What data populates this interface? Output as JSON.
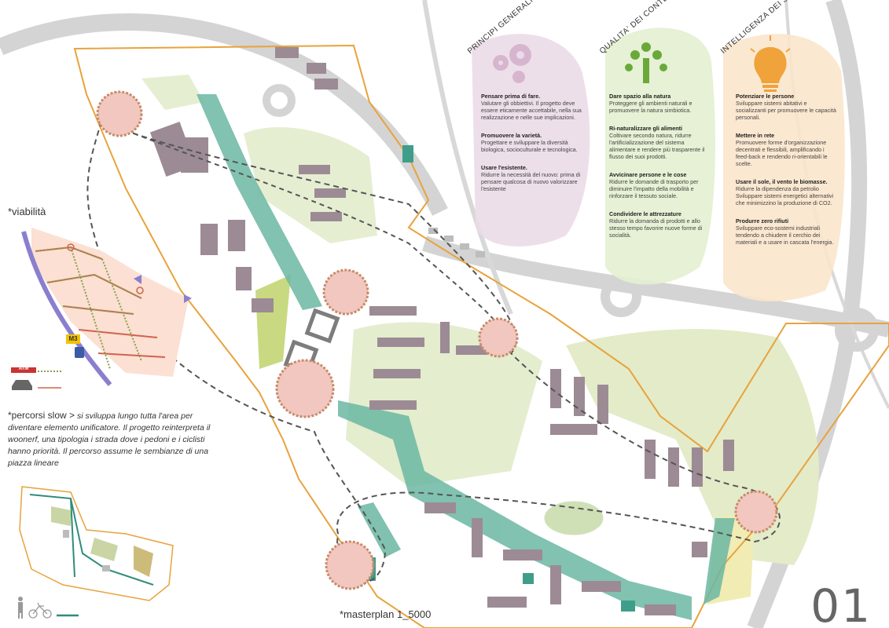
{
  "columns": [
    {
      "heading": "PRINCIPI GENERALI",
      "icon": "gears-icon",
      "color": "#ead9e6",
      "items": [
        {
          "title": "Pensare prima di fare.",
          "text": "Valutare gli obbiettivi. Il progetto deve essere eticamente accettabile, nella sua realizzazione e nelle sue implicazioni."
        },
        {
          "title": "Promuovere la varietà.",
          "text": "Progettare e sviluppare la diversità biologica, socioculturale e tecnologica."
        },
        {
          "title": "Usare l'esistente.",
          "text": "Ridurre la necessità del nuovo: prima di pensare qualcosa di nuovo valorizzare l'esistente"
        }
      ]
    },
    {
      "heading": "QUALITA' DEI CONTESTI",
      "icon": "tree-people-icon",
      "color": "#e4efd2",
      "items": [
        {
          "title": "Dare spazio alla natura",
          "text": "Proteggere gli ambienti naturali e promuovere la natura simbiotica."
        },
        {
          "title": "Ri-naturalizzare gli alimenti",
          "text": "Coltivare secondo natura, ridurre l'artificializzazione del sistema alimentare e rendere più trasparente il flusso dei suoi prodotti."
        },
        {
          "title": "Avvicinare persone e le cose",
          "text": "Ridurre le domande di trasporto per diminuire l'impatto della mobilità e rinforzare il tessuto sociale."
        },
        {
          "title": "Condividere le attrezzature",
          "text": "Ridurre la domanda di prodotti e allo stesso tempo favorire nuove forme di socialità."
        }
      ]
    },
    {
      "heading": "INTELLIGENZA DEI SISTEMI",
      "icon": "lightbulb-icon",
      "color": "#fbe6cf",
      "items": [
        {
          "title": "Potenziare le persone",
          "text": "Sviluppare sistemi abitativi e socializzanti per promuovere le capacità personali."
        },
        {
          "title": "Mettere in rete",
          "text": "Promuovere forme d'organizzazione decentrati e flessibili, amplificando i feed-back e rendendo ri-orientabili le scelte."
        },
        {
          "title": "Usare il sole, il vento le biomasse.",
          "text": "Ridurre la dipendenza da petrolio Sviluppare sistemi energetici alternativi che minimizzino la produzione di CO2."
        },
        {
          "title": "Produrre zero rifiuti",
          "text": "Sviluppare eco-sostemi industriali tendendo a chiudere il cerchio dei materiali e a usare in cascata l'energia."
        }
      ]
    }
  ],
  "legend": {
    "viability_label": "*viabilità",
    "metro_badge": "M3",
    "atm_label": "ATM"
  },
  "description": {
    "lead": "*percorsi slow >",
    "text": "si sviluppa lungo tutta l'area per diventare elemento unificatore. Il progetto reinterpreta il woonerf, una tipologia i strada dove i pedoni e i ciclisti hanno priorità. Il percorso assume le sembianze di una piazza lineare"
  },
  "masterplan_label": "*masterplan  1_5000",
  "page_number": "01",
  "colors": {
    "boundary": "#e8a33c",
    "green_path": "#5aaa96",
    "building": "#9a8a92",
    "park": "#dfe8c4",
    "road": "#cfcfcf",
    "hub": "#f2c7bf",
    "dashed_ring": "#555555"
  }
}
